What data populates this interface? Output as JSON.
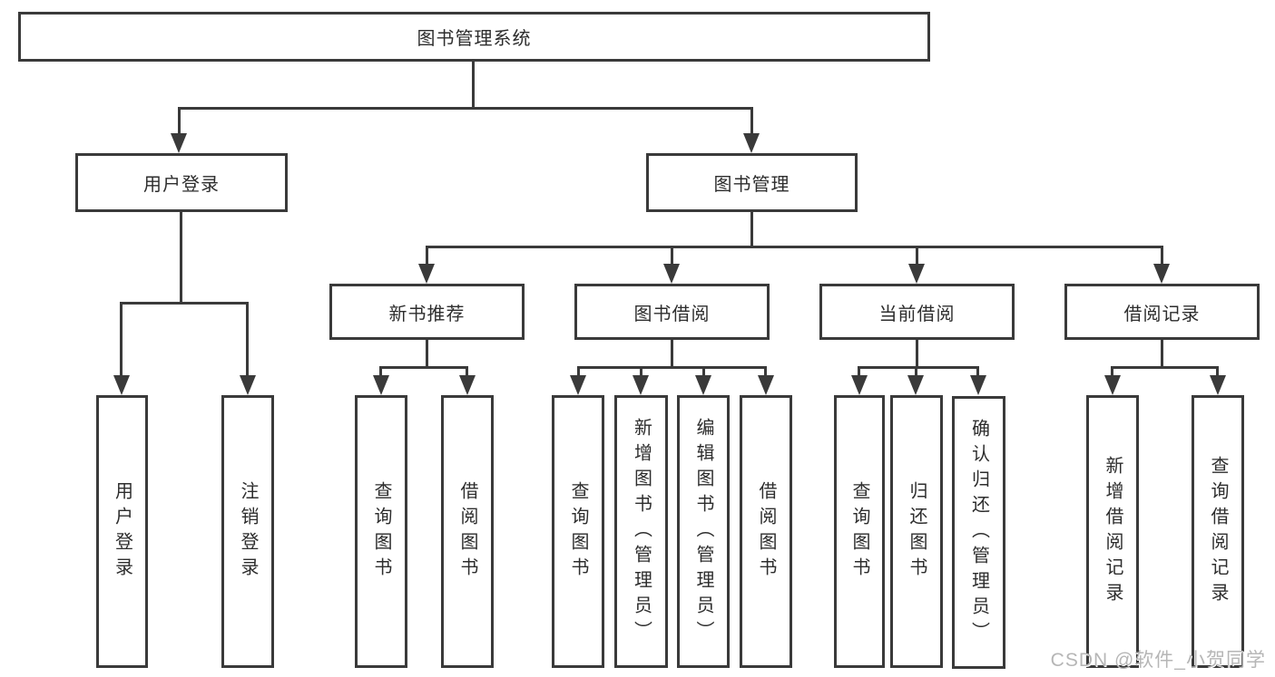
{
  "diagram": {
    "root": {
      "label": "图书管理系统"
    },
    "level2": {
      "user_login": {
        "label": "用户登录"
      },
      "book_mgmt": {
        "label": "图书管理"
      }
    },
    "level3": {
      "new_book_rec": {
        "label": "新书推荐"
      },
      "book_borrow": {
        "label": "图书借阅"
      },
      "current_borrow": {
        "label": "当前借阅"
      },
      "borrow_records": {
        "label": "借阅记录"
      }
    },
    "leaves": {
      "user_login_leaf": {
        "label": "用户登录"
      },
      "logout": {
        "label": "注销登录"
      },
      "rec_query_books": {
        "label": "查询图书"
      },
      "rec_borrow_books": {
        "label": "借阅图书"
      },
      "bb_query_books": {
        "label": "查询图书"
      },
      "bb_add_books": {
        "label": "新增图书（管理员）"
      },
      "bb_edit_books": {
        "label": "编辑图书（管理员）"
      },
      "bb_borrow_books": {
        "label": "借阅图书"
      },
      "cb_query_books": {
        "label": "查询图书"
      },
      "cb_return_books": {
        "label": "归还图书"
      },
      "cb_confirm_return": {
        "label": "确认归还（管理员）"
      },
      "br_add_record": {
        "label": "新增借阅记录"
      },
      "br_query_record": {
        "label": "查询借阅记录"
      }
    },
    "watermark": {
      "text": "CSDN @软件_小贺同学"
    },
    "colors": {
      "line": "#3a3a3a",
      "text": "#2d2d2d",
      "background": "#ffffff",
      "watermark": "#b6b6b6"
    }
  }
}
